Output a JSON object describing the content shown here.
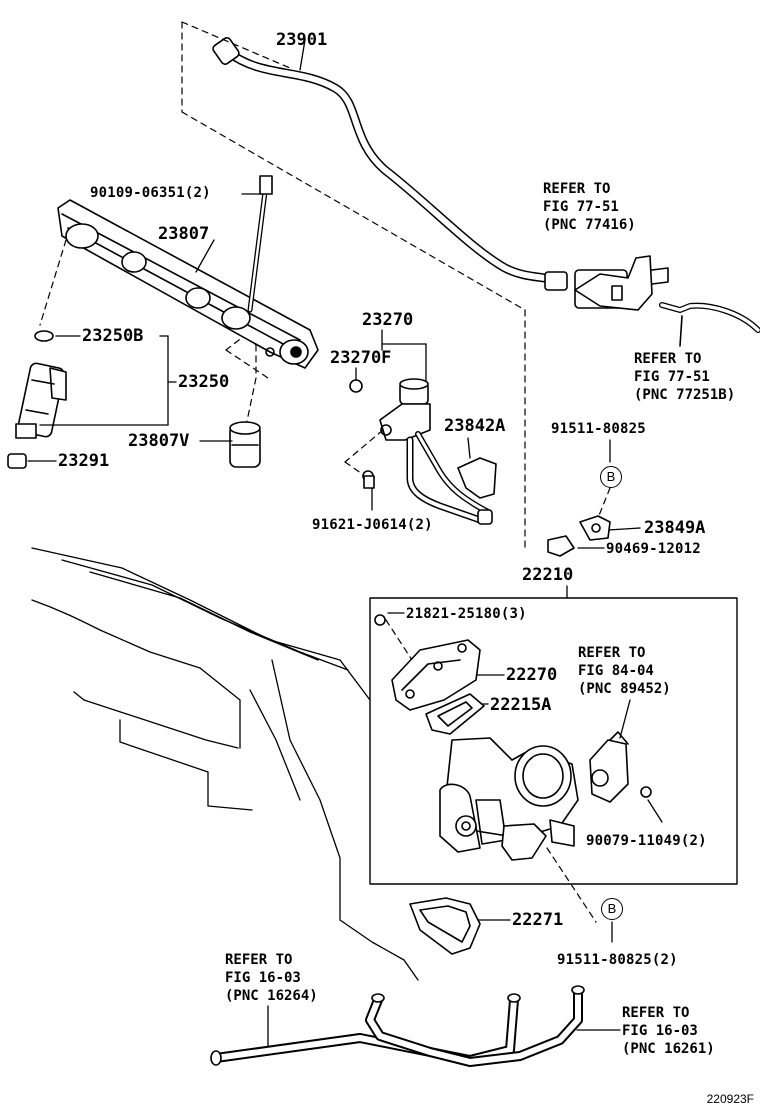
{
  "parts": {
    "p23901": "23901",
    "p90109": "90109-06351(2)",
    "p23807": "23807",
    "p23250B": "23250B",
    "p23250": "23250",
    "p23807V": "23807V",
    "p23291": "23291",
    "p23270": "23270",
    "p23270F": "23270F",
    "p23842A": "23842A",
    "p91621": "91621-J0614(2)",
    "p91511a": "91511-80825",
    "p23849A": "23849A",
    "p90469": "90469-12012",
    "p22210": "22210",
    "p21821": "21821-25180(3)",
    "p22270": "22270",
    "p22215A": "22215A",
    "p90079": "90079-11049(2)",
    "p22271": "22271",
    "p91511b": "91511-80825(2)"
  },
  "refs": {
    "r7741": "REFER TO\nFIG 77-51\n(PNC 77416)",
    "r7725": "REFER TO\nFIG 77-51\n(PNC 77251B)",
    "r8945": "REFER TO\nFIG 84-04\n(PNC 89452)",
    "r1626a": "REFER TO\nFIG 16-03\n(PNC 16264)",
    "r1626b": "REFER TO\nFIG 16-03\n(PNC 16261)"
  },
  "badge": "B",
  "figure_id": "220923F"
}
